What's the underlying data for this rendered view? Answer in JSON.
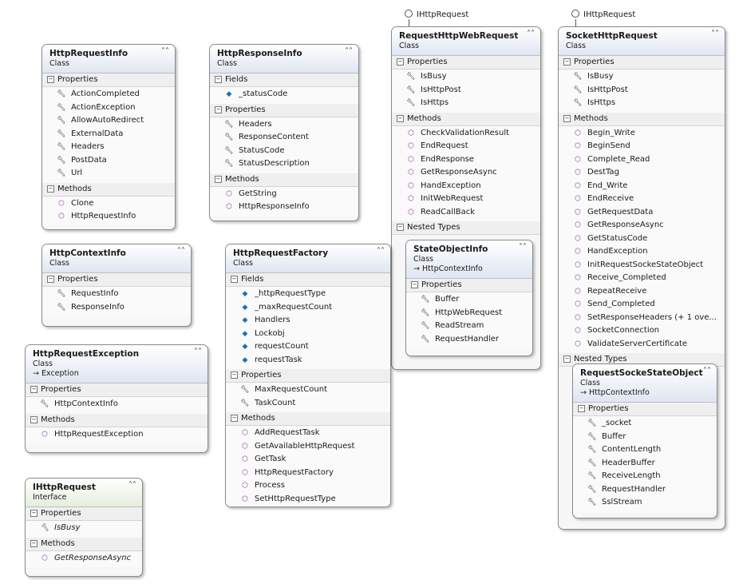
{
  "classes": {
    "httpRequestInfo": {
      "title": "HttpRequestInfo",
      "stereotype": "Class",
      "properties_label": "Properties",
      "properties": [
        "ActionCompleted",
        "ActionException",
        "AllowAutoRedirect",
        "ExternalData",
        "Headers",
        "PostData",
        "Url"
      ],
      "methods_label": "Methods",
      "methods": [
        "Clone",
        "HttpRequestInfo"
      ]
    },
    "httpResponseInfo": {
      "title": "HttpResponseInfo",
      "stereotype": "Class",
      "fields_label": "Fields",
      "fields": [
        "_statusCode"
      ],
      "properties_label": "Properties",
      "properties": [
        "Headers",
        "ResponseContent",
        "StatusCode",
        "StatusDescription"
      ],
      "methods_label": "Methods",
      "methods": [
        "GetString",
        "HttpResponseInfo"
      ]
    },
    "requestHttpWebRequest": {
      "title": "RequestHttpWebRequest",
      "stereotype": "Class",
      "interface": "IHttpRequest",
      "properties_label": "Properties",
      "properties": [
        "IsBusy",
        "IsHttpPost",
        "IsHttps"
      ],
      "methods_label": "Methods",
      "methods": [
        "CheckValidationResult",
        "EndRequest",
        "EndResponse",
        "GetResponseAsync",
        "HandException",
        "InitWebRequest",
        "ReadCallBack"
      ],
      "nested_label": "Nested Types"
    },
    "stateObjectInfo": {
      "title": "StateObjectInfo",
      "stereotype": "Class",
      "base": "HttpContextInfo",
      "properties_label": "Properties",
      "properties": [
        "Buffer",
        "HttpWebRequest",
        "ReadStream",
        "RequestHandler"
      ]
    },
    "socketHttpRequest": {
      "title": "SocketHttpRequest",
      "stereotype": "Class",
      "interface": "IHttpRequest",
      "properties_label": "Properties",
      "properties": [
        "IsBusy",
        "IsHttpPost",
        "IsHttps"
      ],
      "methods_label": "Methods",
      "methods": [
        "Begin_Write",
        "BeginSend",
        "Complete_Read",
        "DestTag",
        "End_Write",
        "EndReceive",
        "GetRequestData",
        "GetResponseAsync",
        "GetStatusCode",
        "HandException",
        "InitRequestSockeStateObject",
        "Receive_Completed",
        "RepeatReceive",
        "Send_Completed",
        "SetResponseHeaders (+ 1 ove...",
        "SocketConnection",
        "ValidateServerCertificate"
      ],
      "nested_label": "Nested Types"
    },
    "requestSockeStateObject": {
      "title": "RequestSockeStateObject",
      "stereotype": "Class",
      "base": "HttpContextInfo",
      "properties_label": "Properties",
      "properties": [
        "_socket",
        "Buffer",
        "ContentLength",
        "HeaderBuffer",
        "ReceiveLength",
        "RequestHandler",
        "SslStream"
      ]
    },
    "httpContextInfo": {
      "title": "HttpContextInfo",
      "stereotype": "Class",
      "properties_label": "Properties",
      "properties": [
        "RequestInfo",
        "ResponseInfo"
      ]
    },
    "httpRequestFactory": {
      "title": "HttpRequestFactory",
      "stereotype": "Class",
      "fields_label": "Fields",
      "fields": [
        "_httpRequestType",
        "_maxRequestCount",
        "Handlers",
        "Lockobj",
        "requestCount",
        "requestTask"
      ],
      "properties_label": "Properties",
      "properties": [
        "MaxRequestCount",
        "TaskCount"
      ],
      "methods_label": "Methods",
      "methods": [
        "AddRequestTask",
        "GetAvailableHttpRequest",
        "GetTask",
        "HttpRequestFactory",
        "Process",
        "SetHttpRequestType"
      ]
    },
    "httpRequestException": {
      "title": "HttpRequestException",
      "stereotype": "Class",
      "base": "Exception",
      "properties_label": "Properties",
      "properties": [
        "HttpContextInfo"
      ],
      "methods_label": "Methods",
      "methods": [
        "HttpRequestException"
      ]
    },
    "iHttpRequest": {
      "title": "IHttpRequest",
      "stereotype": "Interface",
      "properties_label": "Properties",
      "properties": [
        "IsBusy"
      ],
      "methods_label": "Methods",
      "methods": [
        "GetResponseAsync"
      ]
    }
  }
}
